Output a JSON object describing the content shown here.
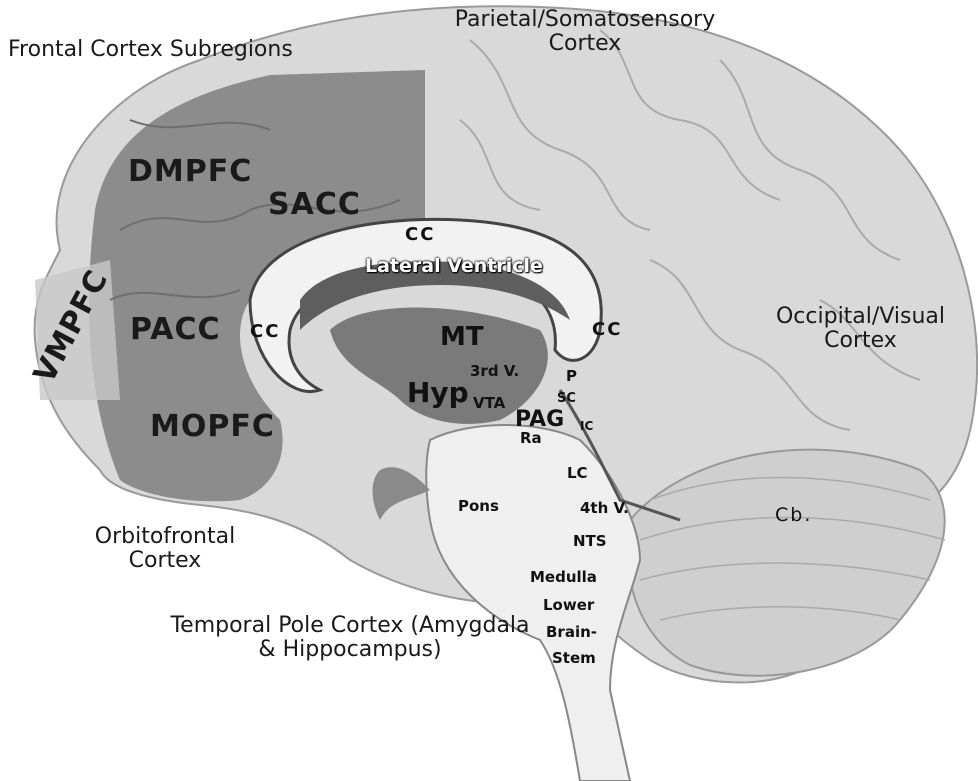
{
  "title": "Brain regions (medial view)",
  "labels": {
    "frontal_subregions": "Frontal Cortex Subregions",
    "parietal": "Parietal/Somatosensory Cortex",
    "dmpfc": "DMPFC",
    "sacc": "SACC",
    "cc_top": "CC",
    "lateral_ventricle": "Lateral Ventricle",
    "vmpfc": "VMPFC",
    "pacc": "PACC",
    "cc_front": "CC",
    "mt": "MT",
    "cc_back": "CC",
    "occipital": "Occipital/Visual Cortex",
    "third_v": "3rd V.",
    "p": "P",
    "hyp": "Hyp",
    "vta": "VTA",
    "sc": "SC",
    "pag": "PAG",
    "ic": "IC",
    "ra": "Ra",
    "mopfc": "MOPFC",
    "lc": "LC",
    "pons": "Pons",
    "fourth_v": "4th V.",
    "cb": "Cb.",
    "nts": "NTS",
    "orbitofrontal": "Orbitofrontal Cortex",
    "medulla": "Medulla",
    "lower": "Lower",
    "brain": "Brain-",
    "stem": "Stem",
    "temporal": "Temporal Pole Cortex (Amygdala & Hippocampus)"
  },
  "colors": {
    "cortex": "#d9d9d9",
    "frontal": "#8c8c8c",
    "dark": "#5a5a5a",
    "stem": "#efefef"
  }
}
